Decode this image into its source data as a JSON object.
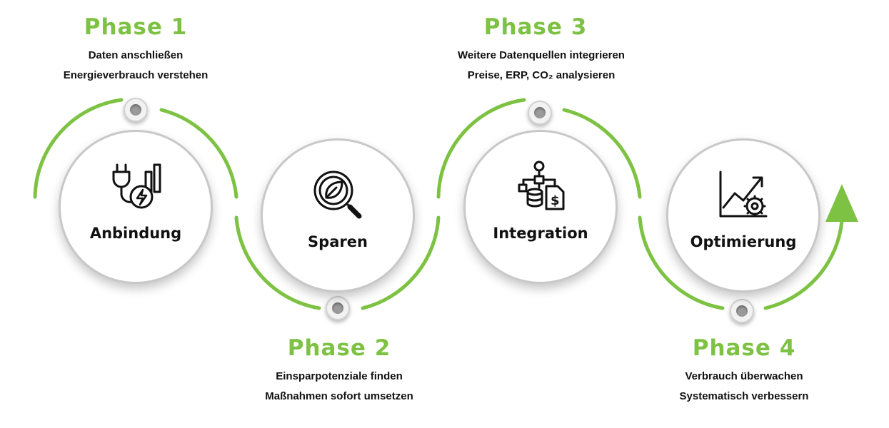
{
  "accent_color": "#7dc243",
  "phases": [
    {
      "title": "Phase 1",
      "lines": [
        "Daten anschließen",
        "Energieverbrauch verstehen"
      ],
      "label": "Anbindung",
      "icon": "plug-energy-chart-icon"
    },
    {
      "title": "Phase 2",
      "lines": [
        "Einsparpotenziale finden",
        "Maßnahmen sofort umsetzen"
      ],
      "label": "Sparen",
      "icon": "leaf-magnifier-icon"
    },
    {
      "title": "Phase 3",
      "lines": [
        "Weitere Datenquellen integrieren",
        "Preise, ERP, CO₂ analysieren"
      ],
      "label": "Integration",
      "icon": "data-hierarchy-dollar-document-icon"
    },
    {
      "title": "Phase 4",
      "lines": [
        "Verbrauch überwachen",
        "Systematisch verbessern"
      ],
      "label": "Optimierung",
      "icon": "chart-trend-gear-icon"
    }
  ]
}
